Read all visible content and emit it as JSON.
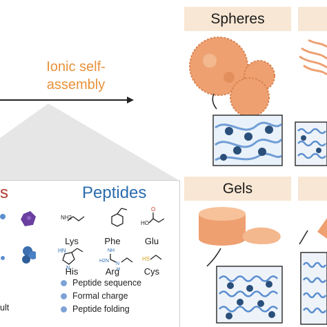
{
  "arrow_label": "Ionic self-\nassembly",
  "headers": {
    "spheres": "Spheres",
    "gels": "Gels"
  },
  "left_panel_title": "s",
  "peptides_title": "Peptides",
  "amino_acids": [
    {
      "label": "Lys"
    },
    {
      "label": "Phe"
    },
    {
      "label": "Glu"
    },
    {
      "label": "His"
    },
    {
      "label": "Arg"
    },
    {
      "label": "Cys"
    }
  ],
  "formula_atoms": {
    "lys_nh2": "NH2",
    "glu_ho": "HO",
    "glu_o": "O",
    "his_nh": "HN",
    "his_n": "N",
    "arg_nh": "NH",
    "arg_h2n": "H2N",
    "arg_n": "N",
    "arg_h": "H",
    "cys_hs": "HS"
  },
  "bullets": [
    "Peptide sequence",
    "Formal charge",
    "Peptide folding"
  ],
  "left_partial_text": "ult",
  "colors": {
    "header_bg": "#f8e7d4",
    "orange": "#e8913a",
    "peptide_blue": "#2a6cae",
    "sphere": "#eea071",
    "bullet": "#7ea3d6",
    "left_title": "#b03a2e"
  }
}
